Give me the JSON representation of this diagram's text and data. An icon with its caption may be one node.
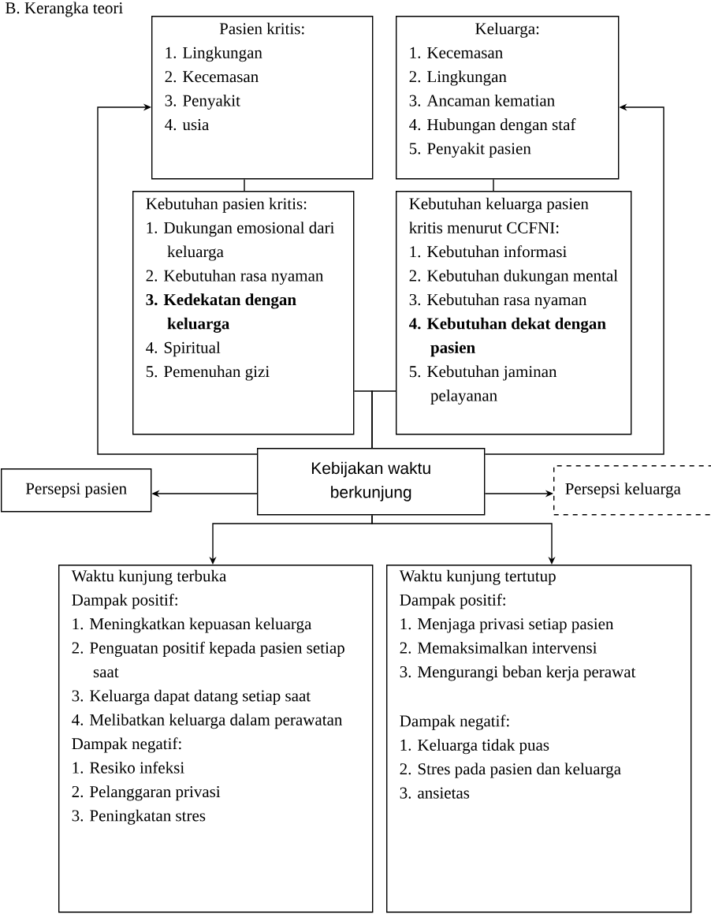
{
  "diagram": {
    "title": "B. Kerangka teori",
    "nodes": [
      {
        "text": [
          "Pasien kritis:",
          "1. Lingkungan",
          "2. Kecemasan",
          "3. Penyakit",
          "4. usia"
        ]
      },
      {
        "text": [
          "Keluarga:",
          "1. Kecemasan",
          "2. Lingkungan",
          "3. Ancaman kematian",
          "4. Hubungan dengan staf",
          "5. Penyakit pasien"
        ]
      },
      {
        "text": [
          "Kebutuhan pasien kritis:",
          "1. Dukungan emosional dari keluarga",
          "2. Kebutuhan rasa nyaman",
          "**3. Kedekatan dengan keluarga**",
          "4. Spiritual",
          "5. Pemenuhan gizi"
        ]
      },
      {
        "text": [
          "Kebutuhan keluarga pasien kritis menurut CCFNI:",
          "1. Kebutuhan informasi",
          "2. Kebutuhan dukungan mental",
          "3. Kebutuhan rasa nyaman",
          "**4. Kebutuhan dekat dengan pasien**",
          "5. Kebutuhan jaminan pelayanan"
        ]
      },
      {
        "text": [
          "Kebijakan waktu berkunjung"
        ]
      },
      {
        "text": [
          "Persepsi pasien"
        ]
      },
      {
        "text": [
          "Persepsi keluarga"
        ]
      },
      {
        "text": [
          "Waktu kunjung terbuka",
          "Dampak positif:",
          "1. Meningkatkan kepuasan keluarga",
          "2. Penguatan positif kepada pasien setiap saat",
          "3. Keluarga dapat datang setiap saat",
          "4. Melibatkan keluarga dalam perawatan",
          "Dampak negatif:",
          "1. Resiko infeksi",
          "2. Pelanggaran privasi",
          "3. Peningkatan stres"
        ]
      },
      {
        "text": [
          "Waktu kunjung tertutup",
          "Dampak positif:",
          "1. Menjaga privasi setiap pasien",
          "2. Memaksimalkan intervensi",
          "3. Mengurangi beban kerja perawat",
          "Dampak negatif:",
          "1. Keluarga tidak puas",
          "2. Stres pada pasien dan keluarga",
          "3. ansietas"
        ]
      }
    ],
    "edges": [
      {
        "from": 0,
        "to": 2,
        "arrow": "none"
      },
      {
        "from": 1,
        "to": 3,
        "arrow": "none"
      },
      {
        "from": 2,
        "to": 4,
        "arrow": "none"
      },
      {
        "from": 3,
        "to": 4,
        "arrow": "none"
      },
      {
        "from": 4,
        "to": 0,
        "arrow": "to"
      },
      {
        "from": 4,
        "to": 1,
        "arrow": "to"
      },
      {
        "from": 4,
        "to": 5,
        "arrow": "to"
      },
      {
        "from": 4,
        "to": 6,
        "arrow": "to"
      },
      {
        "from": 4,
        "to": 7,
        "arrow": "to"
      },
      {
        "from": 4,
        "to": 8,
        "arrow": "to"
      }
    ]
  }
}
